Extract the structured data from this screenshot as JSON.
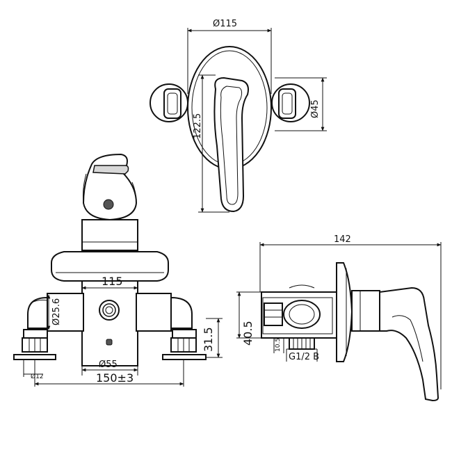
{
  "drawing": {
    "front_view": {
      "plate_diameter": "Ø115",
      "handle_diameter": "Ø45",
      "handle_height": "122.5"
    },
    "bottom_view": {
      "body_width": "115",
      "inlet_diameter": "Ø25.6",
      "outlet_diameter": "Ø55",
      "centers": "150±3",
      "height": "31.5",
      "small_label": "Ø12"
    },
    "side_view": {
      "overall_length": "142",
      "height": "40.5",
      "small_dim": "10.5",
      "thread": "G1/2 B"
    }
  }
}
